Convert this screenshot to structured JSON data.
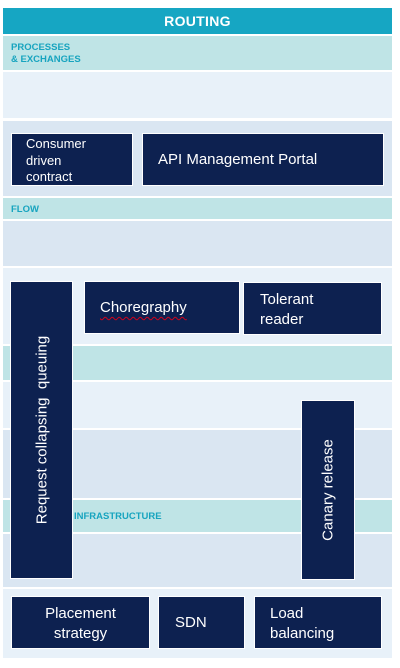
{
  "header": {
    "title": "ROUTING"
  },
  "sections": {
    "processes": "PROCESSES\n& EXCHANGES",
    "flow": "FLOW",
    "infrastructure": "INFRASTRUCTURE"
  },
  "boxes": {
    "consumer_driven_contract": "Consumer\ndriven\ncontract",
    "api_management_portal": "API Management Portal",
    "choregraphy": "Choregraphy",
    "tolerant_reader": "Tolerant\nreader",
    "request_collapsing_queuing": "Request collapsing  queuing",
    "canary_release": "Canary release",
    "placement_strategy": "Placement\nstrategy",
    "sdn": "SDN",
    "load_balancing": "Load\nbalancing"
  },
  "colors": {
    "header_bg": "#16a6c3",
    "section_label": "#17a4bf",
    "label_band_bg": "#bfe4e6",
    "box_bg": "#0d2150",
    "pale_band": "#e8f1f9",
    "mid_band": "#dae6f2"
  }
}
